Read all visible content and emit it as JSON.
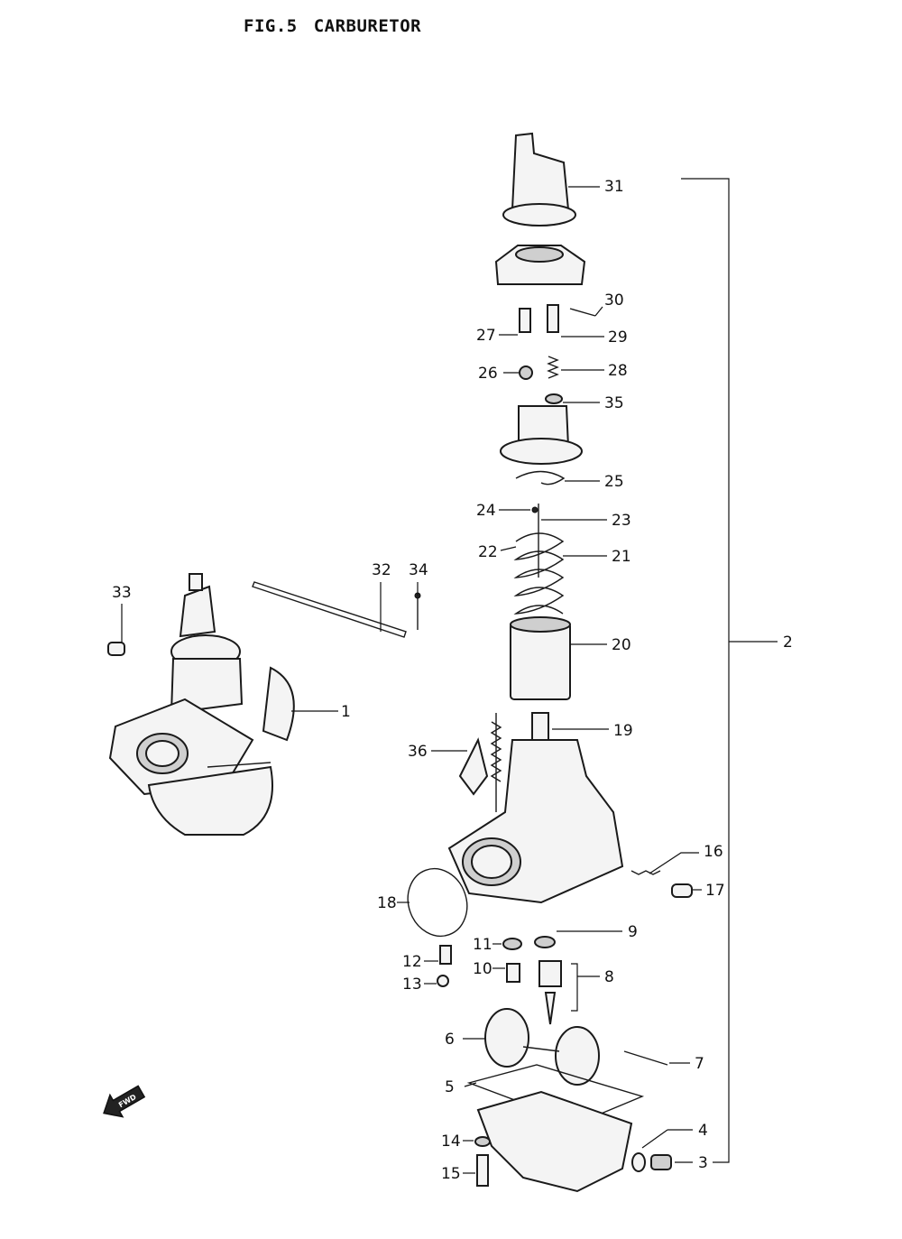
{
  "figure": {
    "number": "FIG.5",
    "title": "CARBURETOR"
  },
  "callouts": {
    "c1": "1",
    "c2": "2",
    "c3": "3",
    "c4": "4",
    "c5": "5",
    "c6": "6",
    "c7": "7",
    "c8": "8",
    "c9": "9",
    "c10": "10",
    "c11": "11",
    "c12": "12",
    "c13": "13",
    "c14": "14",
    "c15": "15",
    "c16": "16",
    "c17": "17",
    "c18": "18",
    "c19": "19",
    "c20": "20",
    "c21": "21",
    "c22": "22",
    "c23": "23",
    "c24": "24",
    "c25": "25",
    "c26": "26",
    "c27": "27",
    "c28": "28",
    "c29": "29",
    "c30": "30",
    "c31": "31",
    "c32": "32",
    "c33": "33",
    "c34": "34",
    "c35": "35",
    "c36": "36"
  },
  "orientation_arrow": {
    "icon": "front-arrow-icon",
    "label": "FWD"
  }
}
